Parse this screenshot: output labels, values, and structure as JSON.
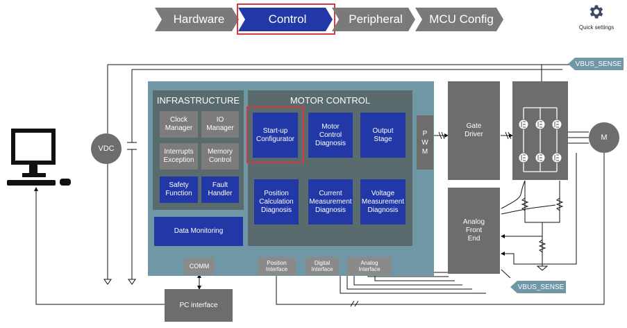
{
  "wizard": {
    "steps": [
      {
        "label": "Hardware"
      },
      {
        "label": "Control"
      },
      {
        "label": "Peripheral"
      },
      {
        "label": "MCU Config"
      }
    ],
    "active_step": "Control",
    "quick_settings_label": "Quick settings"
  },
  "diagram": {
    "infrastructure": {
      "title": "INFRASTRUCTURE",
      "blocks": [
        {
          "label": "Clock\nManager"
        },
        {
          "label": "IO\nManager"
        },
        {
          "label": "Interrupts\nException"
        },
        {
          "label": "Memory\nControl"
        },
        {
          "label": "Safety\nFunction"
        },
        {
          "label": "Fault\nHandler"
        }
      ],
      "data_monitoring": "Data Monitoring"
    },
    "motor_control": {
      "title": "MOTOR CONTROL",
      "startup": "Start-up\nConfigurator",
      "motor_diag": "Motor\nControl\nDiagnosis",
      "output_stage": "Output\nStage",
      "position_diag": "Position\nCalculation\nDiagnosis",
      "current_diag": "Current\nMeasurement\nDiagnosis",
      "voltage_diag": "Voltage\nMeasurement\nDiagnosis"
    },
    "pwm": "P\nW\nM",
    "comm": "COMM",
    "interfaces": {
      "position": "Position\nInterface",
      "digital": "Digital\nInterface",
      "analog": "Analog\nInterface"
    },
    "gate_driver": "Gate\nDriver",
    "analog_front_end": "Analog\nFront\nEnd",
    "pc_interface": "PC interface",
    "vdc": "VDC",
    "motor": "M",
    "vbus_sense_top": "VBUS_SENSE",
    "vbus_sense_bottom": "VBUS_SENSE"
  }
}
